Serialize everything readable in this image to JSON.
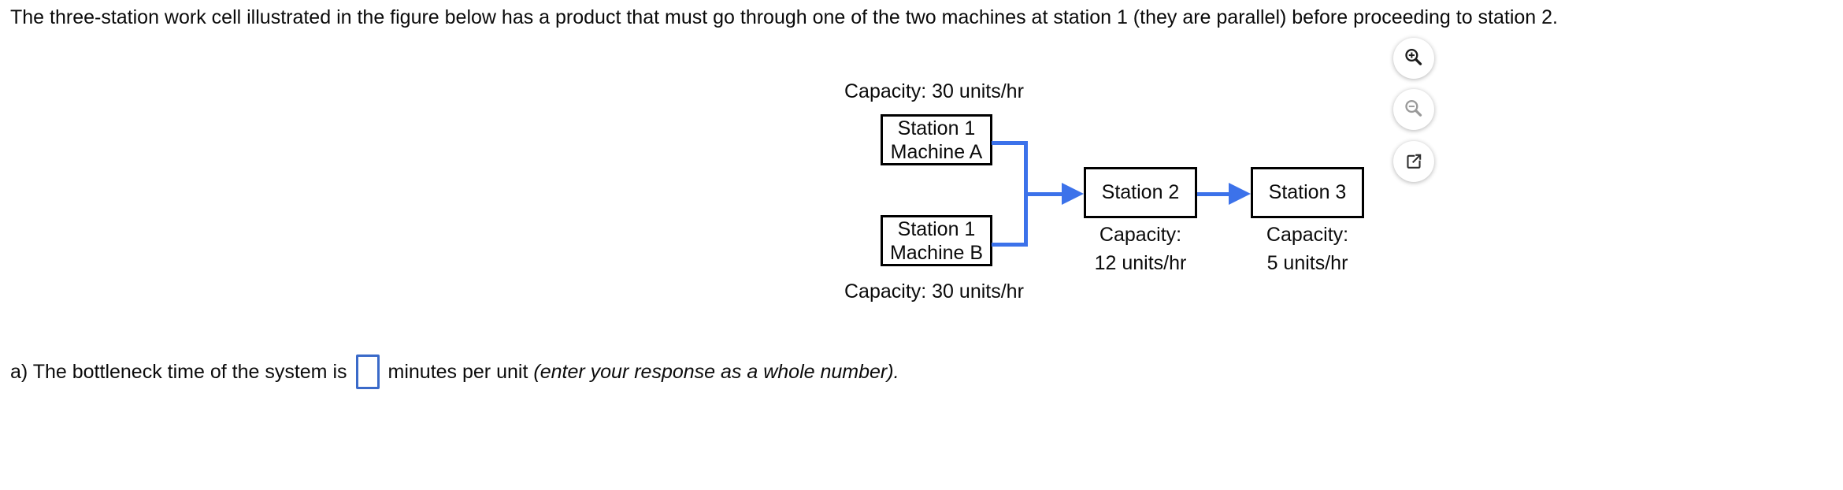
{
  "intro": "The three-station work cell illustrated in the figure below has a product that must go through one of the two machines at station 1 (they are parallel) before proceeding to station 2.",
  "figure": {
    "machine_a_capacity": "Capacity: 30 units/hr",
    "machine_a": {
      "line1": "Station 1",
      "line2": "Machine A"
    },
    "machine_b": {
      "line1": "Station 1",
      "line2": "Machine B"
    },
    "machine_b_capacity": "Capacity: 30 units/hr",
    "station2": {
      "label": "Station 2",
      "capacity_line1": "Capacity:",
      "capacity_line2": "12 units/hr"
    },
    "station3": {
      "label": "Station 3",
      "capacity_line1": "Capacity:",
      "capacity_line2": "5 units/hr"
    }
  },
  "toolbar": {
    "zoom_in": "zoom in",
    "zoom_out": "zoom out",
    "open_window": "open figure in larger window"
  },
  "question_a": {
    "prefix": "a) The bottleneck time of the system is",
    "answer": "",
    "suffix": "minutes per unit",
    "hint": "(enter your response as a whole number)."
  },
  "colors": {
    "flow_blue": "#3c72ea",
    "input_border": "#3a6ac9",
    "box_border": "#000000",
    "text_color": "#0b0b0b"
  }
}
